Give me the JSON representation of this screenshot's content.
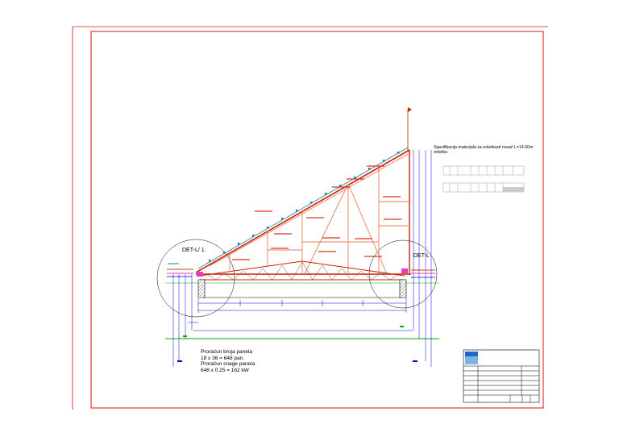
{
  "detail_labels": {
    "left": "DET-L/ 1.",
    "right": "DET-L"
  },
  "spec": {
    "title_line1": "Specifikacija materijala za rešetkasti nosač L=14.00m",
    "title_line2": "rešetka"
  },
  "notes": {
    "line1": "Proračun broja panela",
    "line2": "18 x 36 = 648 pan.",
    "line3": "Proračun snage panela",
    "line4": "648 x 0.25 = 162 kW"
  },
  "colors": {
    "frame": "#dd1111",
    "truss": "#e03020",
    "member_light": "#f07a5a",
    "dimension": "#0000cc",
    "ground": "#00aa00",
    "title_block_logo": "#2266cc"
  }
}
